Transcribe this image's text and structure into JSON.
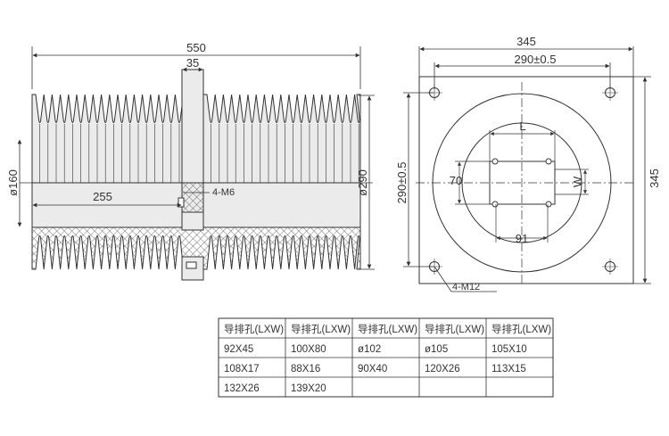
{
  "colors": {
    "line": "#333333",
    "body_fill": "#ebebeb",
    "section_hatch": "#555555"
  },
  "side_view": {
    "dim_overall_length": "550",
    "dim_bar_width": "35",
    "dim_inner_diameter": "ø160",
    "dim_outer_diameter": "ø290",
    "dim_half_length": "255",
    "thread_label": "4-M6"
  },
  "front_view": {
    "dim_plate_width": "345",
    "dim_hole_spacing_h": "290±0.5",
    "dim_hole_spacing_v": "290±0.5",
    "dim_plate_height": "345",
    "dim_slot_length": "L",
    "dim_slot_width": "W",
    "dim_inner_70": "70",
    "dim_inner_91": "91",
    "bolt_label": "4-M12"
  },
  "table": {
    "headers": [
      "导排孔(LXW)",
      "导排孔(LXW)",
      "导排孔(LXW)",
      "导排孔(LXW)",
      "导排孔(LXW)"
    ],
    "rows": [
      [
        "92X45",
        "100X80",
        "ø102",
        "ø105",
        "105X10"
      ],
      [
        "108X17",
        "88X16",
        "90X40",
        "120X26",
        "113X15"
      ],
      [
        "132X26",
        "139X20",
        "",
        "",
        ""
      ]
    ]
  }
}
